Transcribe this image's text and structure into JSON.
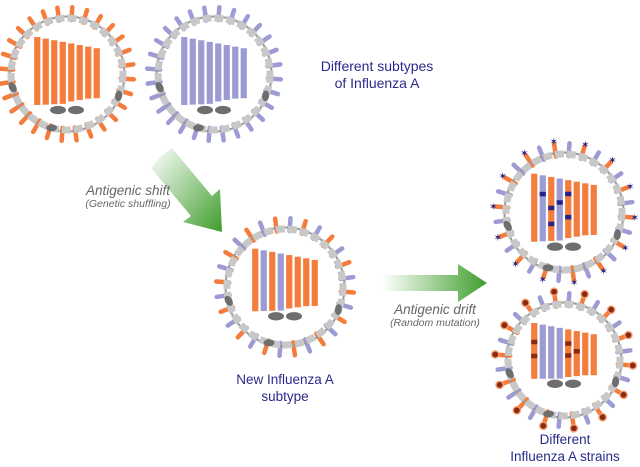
{
  "labels": {
    "subtypes_line1": "Different subtypes",
    "subtypes_line2": "of Influenza A",
    "shift_title": "Antigenic shift",
    "shift_sub": "(Genetic shuffling)",
    "new_subtype_line1": "New Influenza A",
    "new_subtype_line2": "subtype",
    "drift_title": "Antigenic drift",
    "drift_sub": "(Random mutation)",
    "strains_line1": "Different",
    "strains_line2": "Influenza A strains"
  },
  "colors": {
    "orange": "#f47c3c",
    "purple": "#9c9bd4",
    "membrane": "#c8c8c8",
    "membrane_edge": "#9a9a9a",
    "dark_gray": "#6e6e6e",
    "arrow_green": "#3f9e2c",
    "navy_mutation": "#23238a",
    "dark_red_mutation": "#8a2a12",
    "text_blue": "#2a2a8c",
    "text_gray": "#666666"
  },
  "icons": {
    "virus": "influenza-virus-particle",
    "arrow": "green-gradient-arrow"
  }
}
